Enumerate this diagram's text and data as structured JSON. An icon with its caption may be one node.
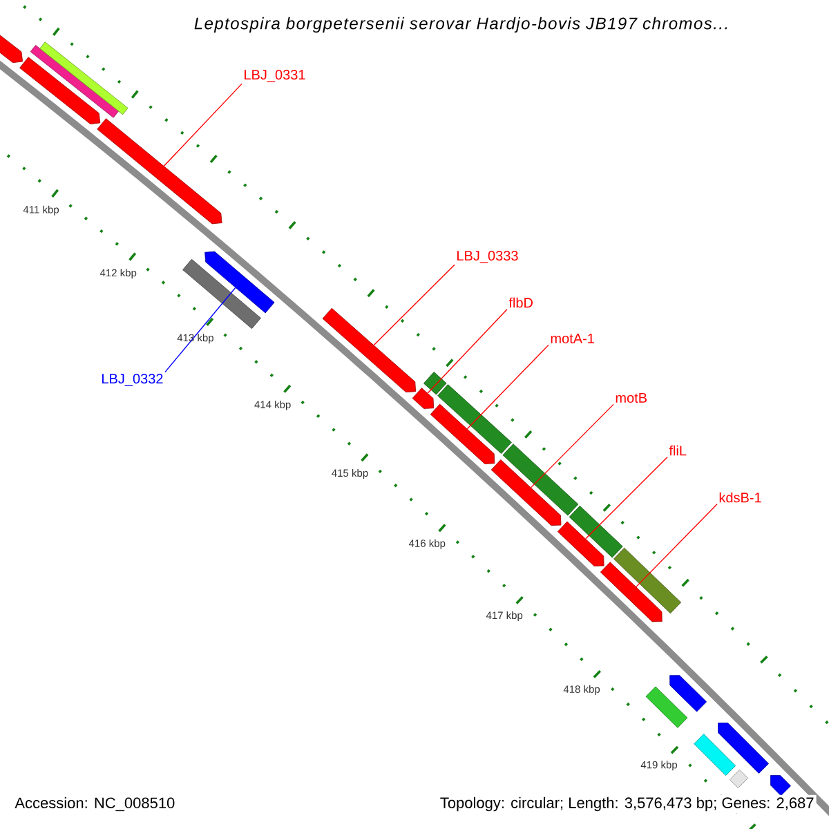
{
  "diagram": {
    "title": "Leptospira borgpetersenii serovar Hardjo-bovis JB197 chromos...",
    "nodes": [
      {
        "text": [
          "LBJ_0331"
        ]
      },
      {
        "text": [
          "LBJ_0333"
        ]
      },
      {
        "text": [
          "flbD"
        ]
      },
      {
        "text": [
          "motA-1"
        ]
      },
      {
        "text": [
          "motB"
        ]
      },
      {
        "text": [
          "fliL"
        ]
      },
      {
        "text": [
          "kdsB-1"
        ]
      },
      {
        "text": [
          "LBJ_0332"
        ]
      },
      {
        "text": [],
        "shape": "bar"
      },
      {
        "text": [],
        "shape": "bar"
      },
      {
        "text": [],
        "shape": "bar"
      },
      {
        "text": [],
        "shape": "bar"
      },
      {
        "text": [],
        "shape": "bar"
      },
      {
        "text": [],
        "shape": "bar"
      },
      {
        "text": [],
        "shape": "bar"
      },
      {
        "text": [],
        "shape": "bar"
      },
      {
        "text": [],
        "shape": "bar"
      },
      {
        "text": [],
        "shape": "bar"
      },
      {
        "text": [],
        "shape": "bar"
      },
      {
        "text": [],
        "shape": "bar"
      },
      {
        "text": [],
        "shape": "bar"
      },
      {
        "text": [],
        "shape": "bar"
      },
      {
        "text": [],
        "shape": "bar"
      },
      {
        "text": [],
        "shape": "bar"
      },
      {
        "text": [],
        "shape": "bar"
      },
      {
        "text": [],
        "shape": "bar"
      },
      {
        "text": [],
        "shape": "bar"
      },
      {
        "text": [],
        "shape": "bar"
      },
      {
        "text": [],
        "shape": "bar"
      },
      {
        "text": [],
        "shape": "bar"
      },
      {
        "text": [],
        "shape": "bar"
      },
      {
        "text": [],
        "shape": "bar"
      }
    ],
    "edges": [
      {
        "from": 0,
        "to": 8,
        "arrow": "none"
      },
      {
        "from": 1,
        "to": 9,
        "arrow": "none"
      },
      {
        "from": 2,
        "to": 10,
        "arrow": "none"
      },
      {
        "from": 3,
        "to": 11,
        "arrow": "none"
      },
      {
        "from": 4,
        "to": 12,
        "arrow": "none"
      },
      {
        "from": 5,
        "to": 13,
        "arrow": "none"
      },
      {
        "from": 6,
        "to": 14,
        "arrow": "none"
      },
      {
        "from": 7,
        "to": 15,
        "arrow": "none",
        "color": "#0000ff"
      }
    ],
    "labels": [
      "411 kbp",
      "412 kbp",
      "413 kbp",
      "414 kbp",
      "415 kbp",
      "416 kbp",
      "417 kbp",
      "418 kbp",
      "419 kbp",
      "Accession: NC_008510",
      "Topology: circular; Length: 3,576,473 bp; Genes: 2,687"
    ]
  }
}
